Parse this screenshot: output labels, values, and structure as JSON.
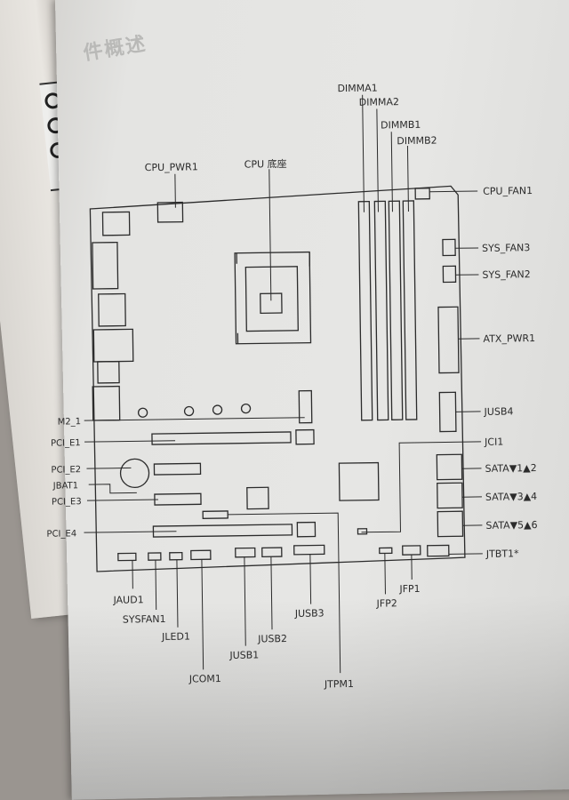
{
  "page": {
    "header_text": "件概述"
  },
  "labels": {
    "dimma1": "DIMMA1",
    "dimma2": "DIMMA2",
    "dimmb1": "DIMMB1",
    "dimmb2": "DIMMB2",
    "cpu_pwr1": "CPU_PWR1",
    "cpu_socket": "CPU 底座",
    "cpu_fan1": "CPU_FAN1",
    "sys_fan3": "SYS_FAN3",
    "sys_fan2": "SYS_FAN2",
    "atx_pwr1": "ATX_PWR1",
    "jusb4": "JUSB4",
    "jci1": "JCI1",
    "sata12": "SATA▼1▲2",
    "sata34": "SATA▼3▲4",
    "sata56": "SATA▼5▲6",
    "jtbt1": "JTBT1*",
    "m2_1": "M2_1",
    "pci_e1": "PCI_E1",
    "pci_e2": "PCI_E2",
    "jbat1": "JBAT1",
    "pci_e3": "PCI_E3",
    "pci_e4": "PCI_E4",
    "jaud1": "JAUD1",
    "sysfan1": "SYSFAN1",
    "jled1": "JLED1",
    "jcom1": "JCOM1",
    "jusb1": "JUSB1",
    "jusb2": "JUSB2",
    "jusb3": "JUSB3",
    "jtpm1": "JTPM1",
    "jfp2": "JFP2",
    "jfp1": "JFP1"
  },
  "colors": {
    "line": "#2b2b2b",
    "paper": "#e6e6e4"
  }
}
